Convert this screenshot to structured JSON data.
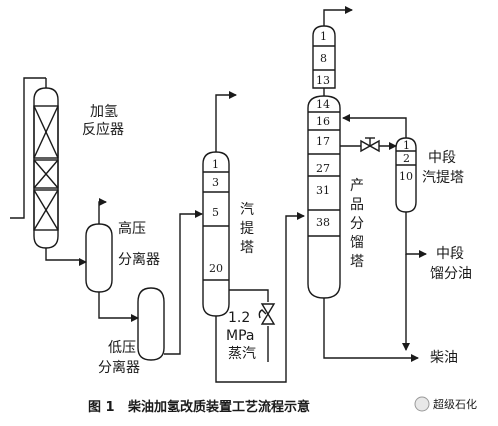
{
  "reactor": {
    "label_line1": "加氢",
    "label_line2": "反应器"
  },
  "hp_separator": {
    "label_line1": "高压",
    "label_line2": "分离器"
  },
  "lp_separator": {
    "label_line1": "低压",
    "label_line2": "分离器"
  },
  "stripper": {
    "label_chars": [
      "汽",
      "提",
      "塔"
    ],
    "trays": [
      "1",
      "3",
      "5",
      "20"
    ]
  },
  "steam": {
    "line1": "1.2",
    "line2": "MPa",
    "line3": "蒸汽"
  },
  "fractionator": {
    "label_chars": [
      "产",
      "品",
      "分",
      "馏",
      "塔"
    ],
    "upper_trays": [
      "1",
      "8",
      "13"
    ],
    "lower_trays": [
      "14",
      "16",
      "17",
      "27",
      "31",
      "38"
    ]
  },
  "mid_stripper": {
    "label_line1": "中段",
    "label_line2": "汽提塔",
    "trays": [
      "1",
      "2",
      "10"
    ]
  },
  "products": {
    "middle_distillate_line1": "中段",
    "middle_distillate_line2": "馏分油",
    "diesel": "柴油"
  },
  "caption": {
    "figure_no": "图 1",
    "title": "柴油加氢改质装置工艺流程示意"
  },
  "watermark": {
    "text": "超级石化"
  }
}
